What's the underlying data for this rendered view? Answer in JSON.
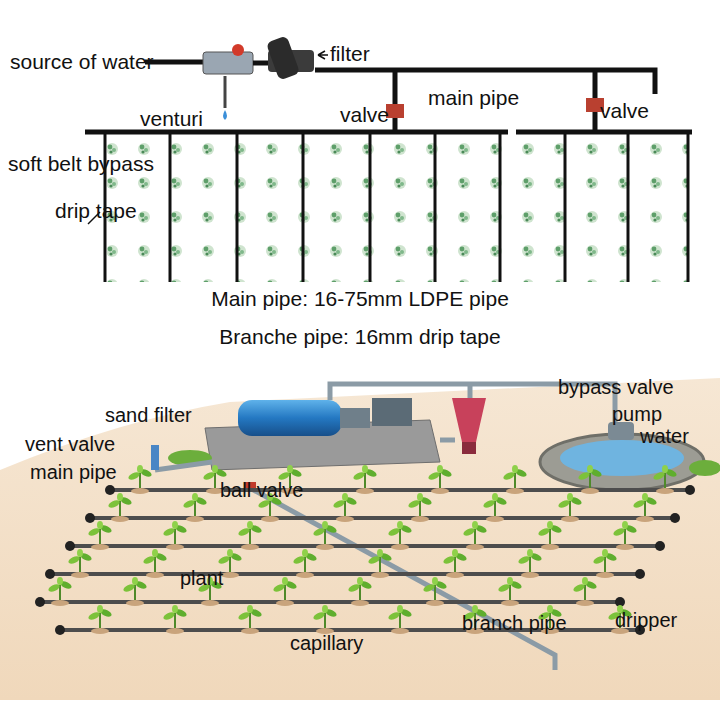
{
  "diagram": {
    "labels": [
      "source of water",
      "filter",
      "venturi",
      "valve",
      "main pipe",
      "valve",
      "soft belt bypass",
      "drip tape",
      "Main pipe: 16-75mm LDPE pipe",
      "Branche pipe: 16mm drip tape",
      "sand filter",
      "bypass valve",
      "pump",
      "water",
      "vent valve",
      "main pipe",
      "ball valve",
      "plant",
      "branch pipe",
      "dripper",
      "capillary"
    ]
  }
}
